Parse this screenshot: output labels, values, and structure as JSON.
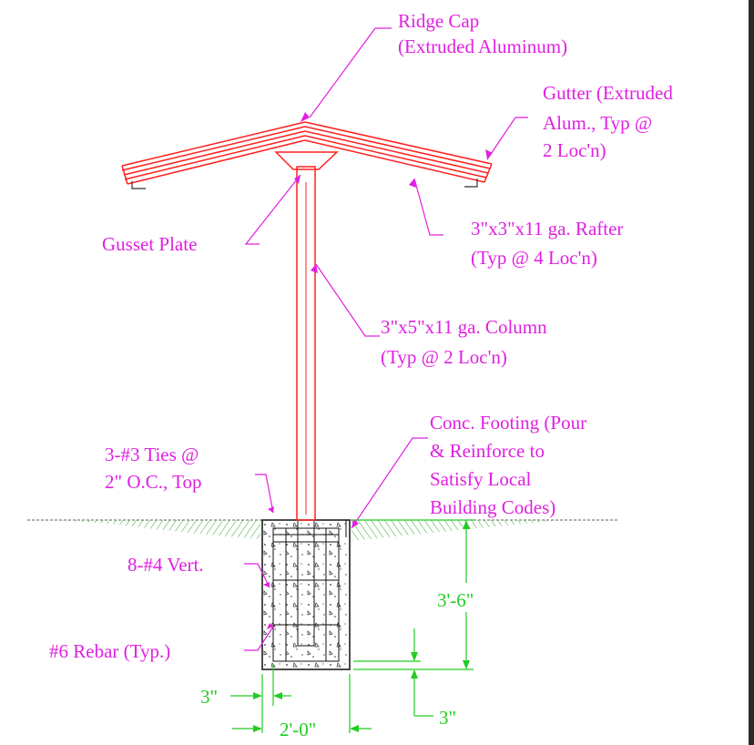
{
  "colors": {
    "label": "#e020e0",
    "member": "#ff2020",
    "dimension": "#22cc22",
    "ground": "#33aa33",
    "concrete": "#222222"
  },
  "labels": {
    "ridge_cap": [
      "Ridge Cap",
      "(Extruded Aluminum)"
    ],
    "gutter": [
      "Gutter (Extruded",
      "Alum., Typ @",
      "2 Loc'n)"
    ],
    "gusset_plate": [
      "Gusset Plate"
    ],
    "rafter": [
      "3\"x3\"x11 ga. Rafter",
      "(Typ @ 4 Loc'n)"
    ],
    "column": [
      "3\"x5\"x11 ga. Column",
      "(Typ @ 2 Loc'n)"
    ],
    "footing": [
      "Conc. Footing (Pour",
      "& Reinforce to",
      "Satisfy Local",
      "Building Codes)"
    ],
    "ties": [
      "3-#3 Ties @",
      "2\" O.C., Top"
    ],
    "vert_bars": [
      "8-#4 Vert."
    ],
    "rebar": [
      "#6 Rebar (Typ.)"
    ]
  },
  "dimensions": {
    "depth": "3'-6\"",
    "bottom_cover": "3\"",
    "side_cover": "3\"",
    "width": "2'-0\""
  }
}
